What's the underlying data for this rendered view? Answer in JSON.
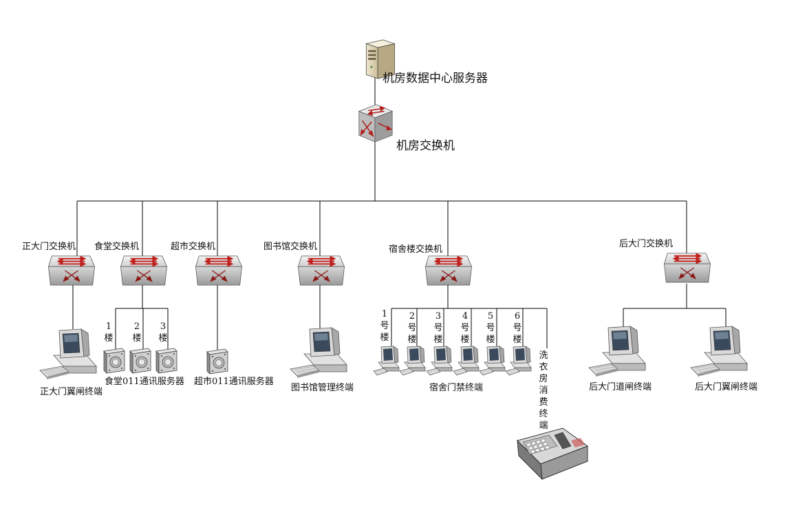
{
  "server": {
    "label": "机房数据中心服务器",
    "icon": "server-icon"
  },
  "core_switch": {
    "label": "机房交换机",
    "icon": "switch-icon"
  },
  "switches": [
    {
      "label": "正大门交换机"
    },
    {
      "label": "食堂交换机"
    },
    {
      "label": "超市交换机"
    },
    {
      "label": "图书馆交换机"
    },
    {
      "label": "宿舍楼交换机"
    },
    {
      "label": "后大门交换机"
    }
  ],
  "gate_terminal": {
    "label": "正大门翼闸终端",
    "icon": "computer-icon"
  },
  "canteen": {
    "label": "食堂011通讯服务器",
    "floors": [
      "1楼",
      "2楼",
      "3楼"
    ],
    "icon": "comm-server-icon"
  },
  "market": {
    "label": "超市011通讯服务器",
    "icon": "comm-server-icon"
  },
  "library": {
    "label": "图书馆管理终端",
    "icon": "computer-icon"
  },
  "dorm": {
    "label": "宿舍门禁终端",
    "buildings": [
      "1号楼",
      "2号楼",
      "3号楼",
      "4号楼",
      "5号楼",
      "6号楼"
    ],
    "laundry_label": "洗衣房消费终端",
    "icon": "computer-icon",
    "laundry_icon": "pos-terminal-icon"
  },
  "back_gate": {
    "terminals": [
      {
        "label": "后大门道闸终端"
      },
      {
        "label": "后大门翼闸终端"
      }
    ]
  }
}
